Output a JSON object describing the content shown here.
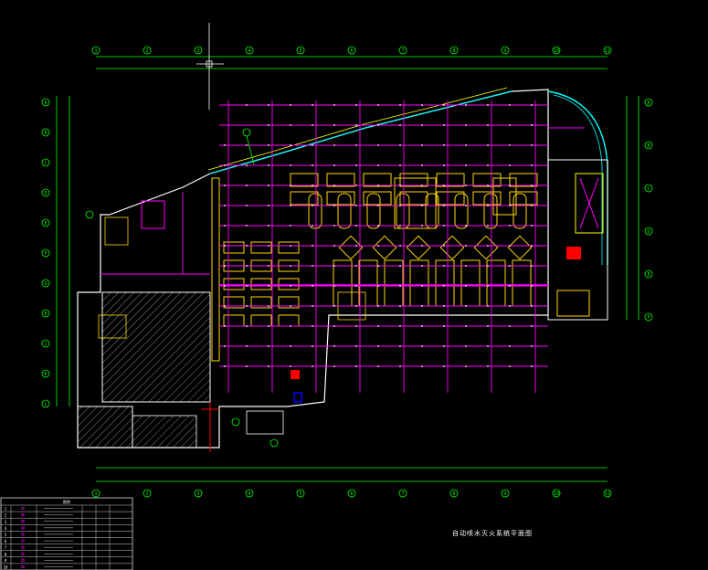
{
  "drawing": {
    "title": "自动喷水灭火系统平面图",
    "background_color": "#000000",
    "colors": {
      "grid": "#00ff00",
      "wall": "#ffffff",
      "pipe": "#ff00ff",
      "fixture": "#ffff00",
      "glass": "#00ffff",
      "stair": "#ffd700",
      "alarm": "#ff0000",
      "hatch": "#888888"
    }
  },
  "axis_labels": {
    "top": [
      "1",
      "2",
      "3",
      "4",
      "5",
      "6",
      "7",
      "8",
      "9",
      "10",
      "11"
    ],
    "left": [
      "A",
      "B",
      "C",
      "D",
      "E",
      "F",
      "G",
      "H",
      "J",
      "K",
      "L"
    ],
    "right": [
      "A",
      "B",
      "C",
      "D",
      "E",
      "F"
    ],
    "bottom": [
      "1",
      "2",
      "3",
      "4",
      "5",
      "6",
      "7",
      "8",
      "9",
      "10",
      "11"
    ]
  },
  "legend": {
    "header": "图例",
    "rows": [
      {
        "no": "1",
        "name": "",
        "unit": "",
        "qty": ""
      },
      {
        "no": "2",
        "name": "",
        "unit": "",
        "qty": ""
      },
      {
        "no": "3",
        "name": "",
        "unit": "",
        "qty": ""
      },
      {
        "no": "4",
        "name": "",
        "unit": "",
        "qty": ""
      },
      {
        "no": "5",
        "name": "",
        "unit": "",
        "qty": ""
      },
      {
        "no": "6",
        "name": "",
        "unit": "",
        "qty": ""
      },
      {
        "no": "7",
        "name": "",
        "unit": "",
        "qty": ""
      },
      {
        "no": "8",
        "name": "",
        "unit": "",
        "qty": ""
      },
      {
        "no": "9",
        "name": "",
        "unit": "",
        "qty": ""
      },
      {
        "no": "10",
        "name": "",
        "unit": "",
        "qty": ""
      }
    ]
  }
}
